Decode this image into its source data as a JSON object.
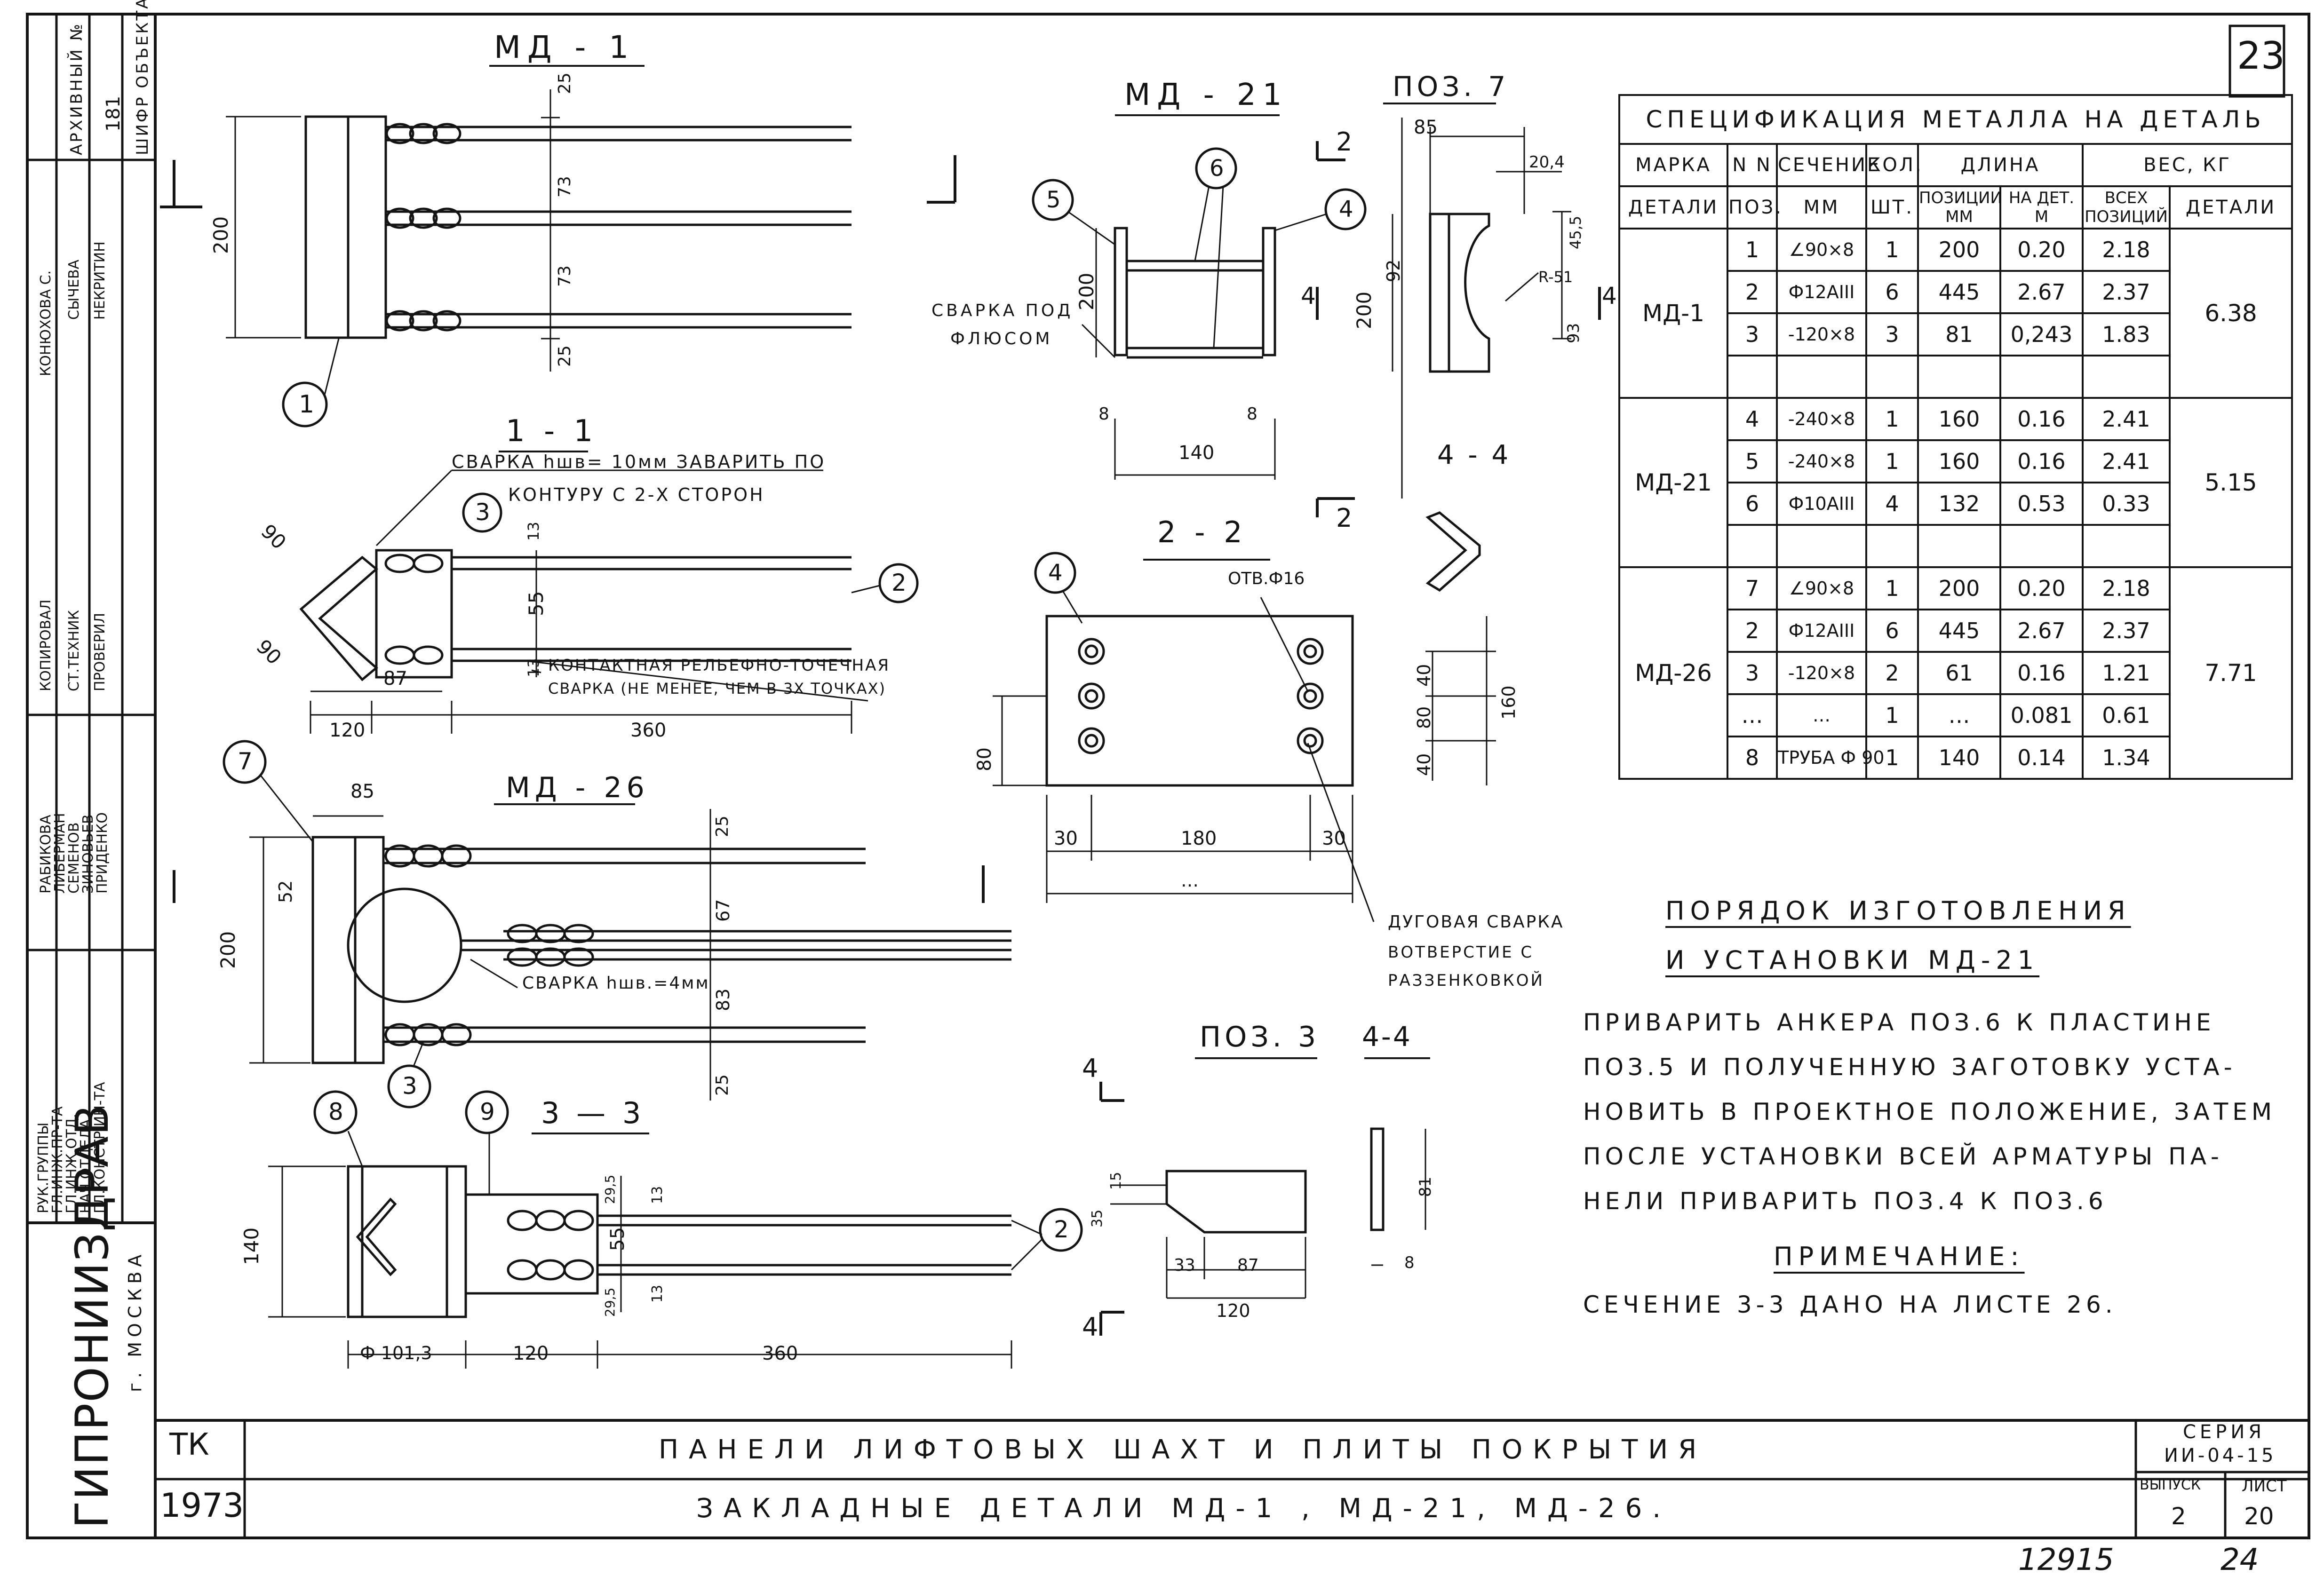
{
  "sheet": {
    "corner_number": "23",
    "footer_number": "12915",
    "footer_page": "24"
  },
  "stamp": {
    "header": [
      "ШИФР ОБЪЕКТА",
      "181",
      "АРХИВНЫЙ №"
    ],
    "roles": [
      "ГЛ.КОНСТР.ИН-ТА",
      "НАЧ.ОТДЕЛА",
      "ГЛ.ИНЖ.ОТД.",
      "ГЛ.ИНЖ.ПР-ТА",
      "РУК.ГРУППЫ",
      "ПРИДЕНКО",
      "ЗИНОВЬЕВ",
      "СЕМЕНОВ",
      "ЛИБЕРМАН",
      "РАБИКОВА",
      "ПРОВЕРИЛ",
      "СТ.ТЕХНИК",
      "КОПИРОВАЛ",
      "НЕКРИТИН",
      "СЫЧЕВА",
      "КОНЮХОВА С."
    ],
    "org": "ГИПРОНИИЗДРАВ",
    "city": "г. МОСКВА"
  },
  "title_block": {
    "code": "ТК",
    "year": "1973",
    "title_line1": "ПАНЕЛИ ЛИФТОВЫХ ШАХТ И ПЛИТЫ ПОКРЫТИЯ",
    "title_line2": "ЗАКЛАДНЫЕ ДЕТАЛИ МД-1 , МД-21, МД-26.",
    "series_label": "СЕРИЯ",
    "series_value": "ИИ-04-15",
    "issue_label": "ВЫПУСК",
    "issue_value": "2",
    "sheet_label": "ЛИСТ",
    "sheet_value": "20"
  },
  "views": {
    "md1": {
      "title": "МД - 1",
      "dims": [
        "25",
        "73",
        "73",
        "25",
        "200"
      ],
      "mark": "1"
    },
    "sec11": {
      "title": "1 - 1",
      "weld_note_1": "СВАРКА hшв= 10мм ЗАВАРИТЬ ПО",
      "weld_note_2": "КОНТУРУ С 2-Х СТОРОН",
      "contact_note_1": "КОНТАКТНАЯ РЕЛЬЕФНО-ТОЧЕЧНАЯ",
      "contact_note_2": "СВАРКА (НЕ МЕНЕЕ, ЧЕМ В 3Х ТОЧКАХ)",
      "dims": [
        "90",
        "90",
        "13",
        "55",
        "13",
        "87",
        "120",
        "360"
      ],
      "marks": [
        "3",
        "2"
      ]
    },
    "md26": {
      "title": "МД - 26",
      "dims": [
        "85",
        "25",
        "67",
        "83",
        "25",
        "200",
        "52"
      ],
      "weld_note": "СВАРКА hшв.=4мм",
      "marks": [
        "7",
        "3"
      ]
    },
    "sec33": {
      "title": "3 — 3",
      "dims": [
        "140",
        "29,5",
        "13",
        "55",
        "13",
        "29,5",
        "Ф 101,3",
        "120",
        "360"
      ],
      "marks": [
        "8",
        "9",
        "2"
      ]
    },
    "md21": {
      "title": "МД - 21",
      "weld_note_1": "СВАРКА ПОД",
      "weld_note_2": "ФЛЮСОМ",
      "dims": [
        "200",
        "8",
        "140",
        "8"
      ],
      "marks": [
        "5",
        "6",
        "4"
      ]
    },
    "pos7": {
      "title": "ПОЗ. 7",
      "dims": [
        "85",
        "20,4",
        "45,5",
        "R-51",
        "92",
        "200",
        "93"
      ],
      "cut_labels": [
        "2",
        "2",
        "4",
        "4"
      ]
    },
    "sec44_top": {
      "title": "4 - 4"
    },
    "sec22": {
      "title": "2 - 2",
      "hole_note": "ОТВ.Ф16",
      "arc_note_1": "ДУГОВАЯ СВАРКА",
      "arc_note_2": "ВОТВЕРСТИЕ С",
      "arc_note_3": "РАЗЗЕНКОВКОЙ",
      "dims": [
        "40",
        "80",
        "40",
        "160",
        "80",
        "30",
        "180",
        "30",
        "…"
      ],
      "mark": "4"
    },
    "pos3": {
      "title": "ПОЗ. 3",
      "dims": [
        "15",
        "35",
        "33",
        "87",
        "120"
      ],
      "cut_labels": [
        "4",
        "4"
      ]
    },
    "sec44_bottom": {
      "title": "4-4",
      "dims": [
        "81",
        "8"
      ]
    }
  },
  "spec_table": {
    "title": "СПЕЦИФИКАЦИЯ МЕТАЛЛА НА ДЕТАЛЬ",
    "headers": {
      "mark1": "МАРКА",
      "mark2": "ДЕТАЛИ",
      "num1": "N N",
      "num2": "ПОЗ.",
      "section1": "СЕЧЕНИЕ",
      "section2": "ММ",
      "qty1": "КОЛ.",
      "qty2": "ШТ.",
      "length": "ДЛИНА",
      "len_pos1": "ПОЗИЦИИ",
      "len_pos2": "ММ",
      "len_det1": "НА ДЕТ.",
      "len_det2": "М",
      "weight": "ВЕС, КГ",
      "w_all1": "ВСЕХ",
      "w_all2": "ПОЗИЦИЙ",
      "w_det": "ДЕТАЛИ"
    },
    "groups": [
      {
        "mark": "МД-1",
        "total": "6.38",
        "rows": [
          [
            "1",
            "∠90×8",
            "1",
            "200",
            "0.20",
            "2.18"
          ],
          [
            "2",
            "Ф12АIII",
            "6",
            "445",
            "2.67",
            "2.37"
          ],
          [
            "3",
            "-120×8",
            "3",
            "81",
            "0,243",
            "1.83"
          ],
          [
            "",
            "",
            "",
            "",
            "",
            ""
          ]
        ]
      },
      {
        "mark": "МД-21",
        "total": "5.15",
        "rows": [
          [
            "4",
            "-240×8",
            "1",
            "160",
            "0.16",
            "2.41"
          ],
          [
            "5",
            "-240×8",
            "1",
            "160",
            "0.16",
            "2.41"
          ],
          [
            "6",
            "Ф10АIII",
            "4",
            "132",
            "0.53",
            "0.33"
          ],
          [
            "",
            "",
            "",
            "",
            "",
            ""
          ]
        ]
      },
      {
        "mark": "МД-26",
        "total": "7.71",
        "rows": [
          [
            "7",
            "∠90×8",
            "1",
            "200",
            "0.20",
            "2.18"
          ],
          [
            "2",
            "Ф12АIII",
            "6",
            "445",
            "2.67",
            "2.37"
          ],
          [
            "3",
            "-120×8",
            "2",
            "61",
            "0.16",
            "1.21"
          ],
          [
            "…",
            "…",
            "1",
            "…",
            "0.081",
            "0.61"
          ],
          [
            "8",
            "ТРУБА Ф 90",
            "1",
            "140",
            "0.14",
            "1.34"
          ]
        ]
      }
    ]
  },
  "procedure": {
    "title1": "ПОРЯДОК ИЗГОТОВЛЕНИЯ",
    "title2": "И УСТАНОВКИ МД-21",
    "lines": [
      "ПРИВАРИТЬ АНКЕРА ПОЗ.6 К ПЛАСТИНЕ",
      "ПОЗ.5  И ПОЛУЧЕННУЮ ЗАГОТОВКУ УСТА-",
      "НОВИТЬ В ПРОЕКТНОЕ ПОЛОЖЕНИЕ, ЗАТЕМ",
      "ПОСЛЕ УСТАНОВКИ ВСЕЙ АРМАТУРЫ ПА-",
      "НЕЛИ ПРИВАРИТЬ ПОЗ.4 К ПОЗ.6"
    ],
    "note_title": "ПРИМЕЧАНИЕ:",
    "note_text": "СЕЧЕНИЕ 3-3 ДАНО НА ЛИСТЕ 26."
  }
}
